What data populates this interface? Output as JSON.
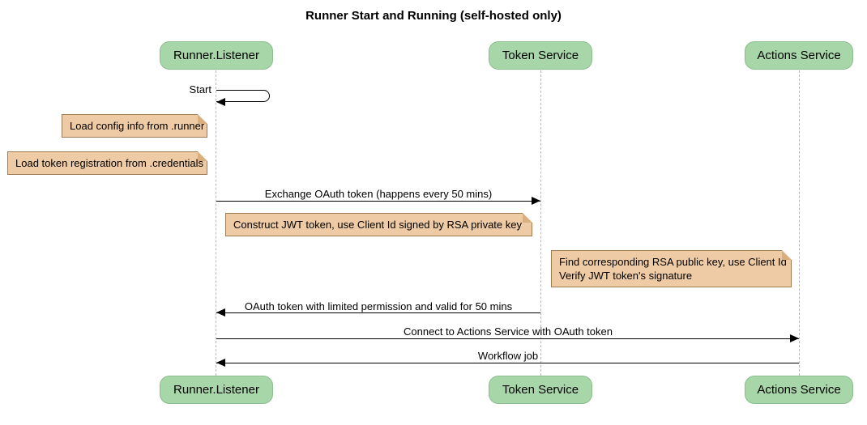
{
  "title": "Runner Start and Running (self-hosted only)",
  "diagram_type": "sequence",
  "colors": {
    "participant_fill": "#a7d6a8",
    "participant_border": "#8cbd8e",
    "note_fill": "#eecba4",
    "note_border": "#9c7c53",
    "lifeline": "#b8b8b8",
    "arrow": "#000000",
    "background": "#ffffff"
  },
  "participants": [
    {
      "name": "Runner.Listener"
    },
    {
      "name": "Token Service"
    },
    {
      "name": "Actions Service"
    }
  ],
  "messages": {
    "self_start": "Start",
    "exchange": "Exchange OAuth token (happens every 50 mins)",
    "oauth_return": "OAuth token with limited permission and valid for 50 mins",
    "connect": "Connect to Actions Service with OAuth token",
    "workflow": "Workflow job"
  },
  "notes": {
    "load_config": "Load config info from .runner",
    "load_token": "Load token registration from .credentials",
    "construct_jwt": "Construct JWT token, use Client Id signed by RSA private key",
    "find_rsa_line1": "Find corresponding RSA public key, use Client Id",
    "find_rsa_line2": "Verify JWT token's signature"
  }
}
